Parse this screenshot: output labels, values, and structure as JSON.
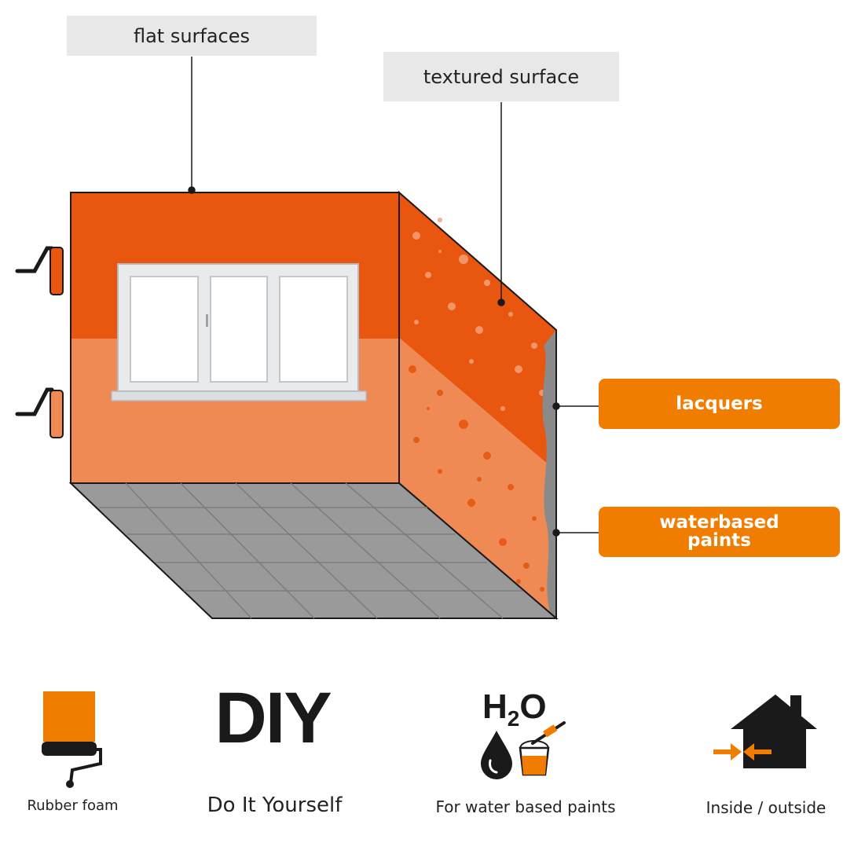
{
  "labels": {
    "flat_surfaces": "flat surfaces",
    "textured_surface": "textured surface",
    "lacquers": "lacquers",
    "waterbased_line1": "waterbased",
    "waterbased_line2": "paints"
  },
  "features": {
    "rubber_foam": "Rubber foam",
    "diy_title": "DIY",
    "diy_caption": "Do It Yourself",
    "h2o_h": "H",
    "h2o_2": "2",
    "h2o_o": "O",
    "water_caption": "For water based paints",
    "inside_caption": "Inside / outside"
  },
  "colors": {
    "orange_dark": "#e8560f",
    "orange_light": "#f08a55",
    "accent_orange": "#f07c00",
    "floor_grey": "#9a9a9a",
    "label_grey": "#e8e8e8"
  }
}
